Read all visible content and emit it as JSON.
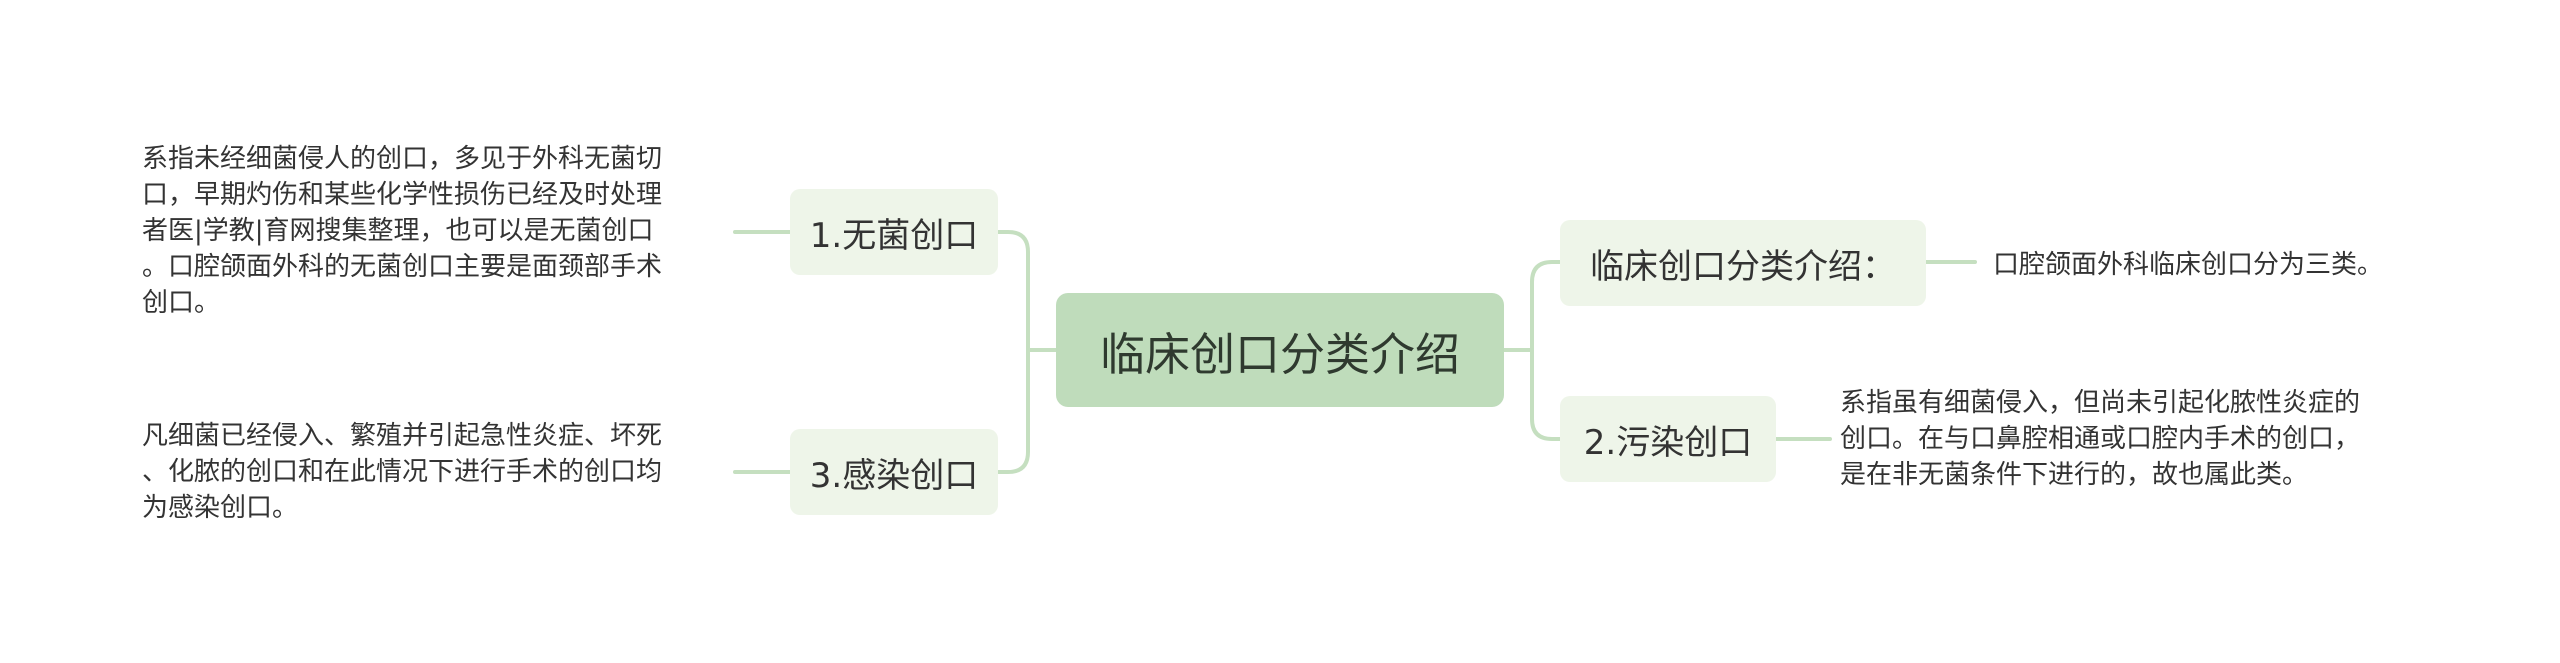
{
  "root": {
    "label": "临床创口分类介绍"
  },
  "left_branches": [
    {
      "label": "1.无菌创口",
      "note": "系指未经细菌侵人的创口，多见于外科无菌切\n口，早期灼伤和某些化学性损伤已经及时处理\n者医|学教|育网搜集整理，也可以是无菌创口\n。口腔颌面外科的无菌创口主要是面颈部手术\n创口。"
    },
    {
      "label": "3.感染创口",
      "note": "凡细菌已经侵入、繁殖并引起急性炎症、坏死\n、化脓的创口和在此情况下进行手术的创口均\n为感染创口。"
    }
  ],
  "right_branches": [
    {
      "label": "临床创口分类介绍：",
      "note": "口腔颌面外科临床创口分为三类。"
    },
    {
      "label": "2.污染创口",
      "note": "系指虽有细菌侵入，但尚未引起化脓性炎症的\n创口。在与口鼻腔相通或口腔内手术的创口，\n是在非无菌条件下进行的，故也属此类。"
    }
  ],
  "colors": {
    "root_fill": "#bfdcbb",
    "branch_fill": "#eef5e9",
    "connector": "#c5dfc0"
  }
}
